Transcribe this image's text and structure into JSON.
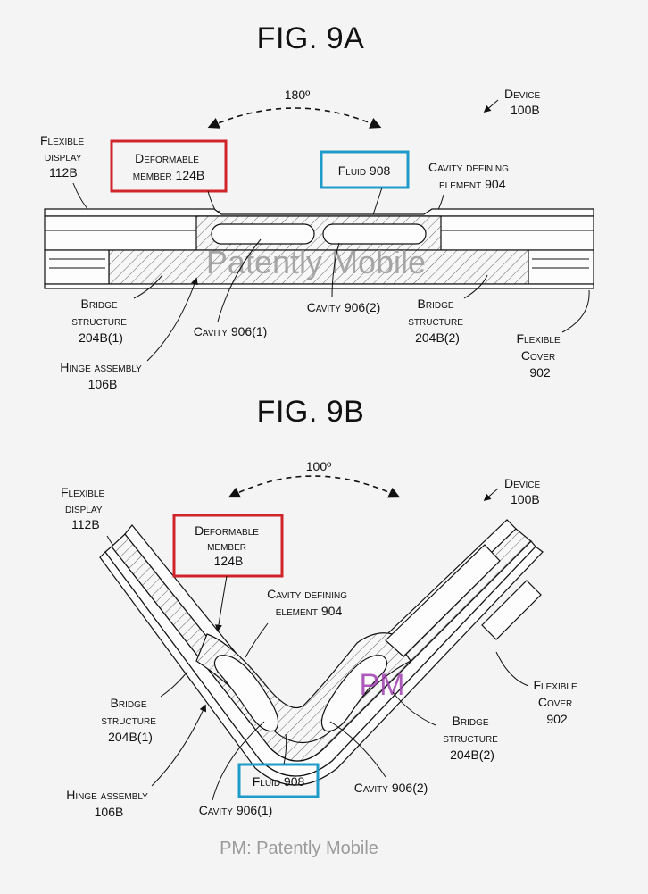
{
  "fig_a": {
    "title": "FIG. 9A",
    "angle": "180º",
    "labels": {
      "device": [
        "Device",
        "100B"
      ],
      "flexible_display": [
        "Flexible",
        "display",
        "112B"
      ],
      "deformable_member": [
        "Deformable",
        "member 124B"
      ],
      "fluid": [
        "Fluid 908"
      ],
      "cavity_defining": [
        "Cavity defining",
        "element 904"
      ],
      "bridge_1": [
        "Bridge",
        "structure",
        "204B(1)"
      ],
      "cavity_1": [
        "Cavity 906(1)"
      ],
      "cavity_2": [
        "Cavity 906(2)"
      ],
      "bridge_2": [
        "Bridge",
        "structure",
        "204B(2)"
      ],
      "flexible_cover": [
        "Flexible",
        "Cover",
        "902"
      ],
      "hinge": [
        "Hinge assembly",
        "106B"
      ]
    }
  },
  "fig_b": {
    "title": "FIG. 9B",
    "angle": "100º",
    "labels": {
      "flexible_display": [
        "Flexible",
        "display",
        "112B"
      ],
      "device": [
        "Device",
        "100B"
      ],
      "deformable_member": [
        "Deformable",
        "member",
        "124B"
      ],
      "cavity_defining": [
        "Cavity defining",
        "element 904"
      ],
      "bridge_1": [
        "Bridge",
        "structure",
        "204B(1)"
      ],
      "flexible_cover": [
        "Flexible",
        "Cover",
        "902"
      ],
      "bridge_2": [
        "Bridge",
        "structure",
        "204B(2)"
      ],
      "fluid": [
        "Fluid 908"
      ],
      "cavity_2": [
        "Cavity 906(2)"
      ],
      "hinge": [
        "Hinge assembly",
        "106B"
      ],
      "cavity_1": [
        "Cavity 906(1)"
      ]
    }
  },
  "watermarks": {
    "main": "Patently Mobile",
    "pm": "PM",
    "footer": "PM: Patently Mobile"
  },
  "colors": {
    "highlight_red": "#d0242b",
    "highlight_blue": "#1e9bc8",
    "watermark_purple": "#a03fb0",
    "watermark_gray": "#9a9a9a"
  }
}
